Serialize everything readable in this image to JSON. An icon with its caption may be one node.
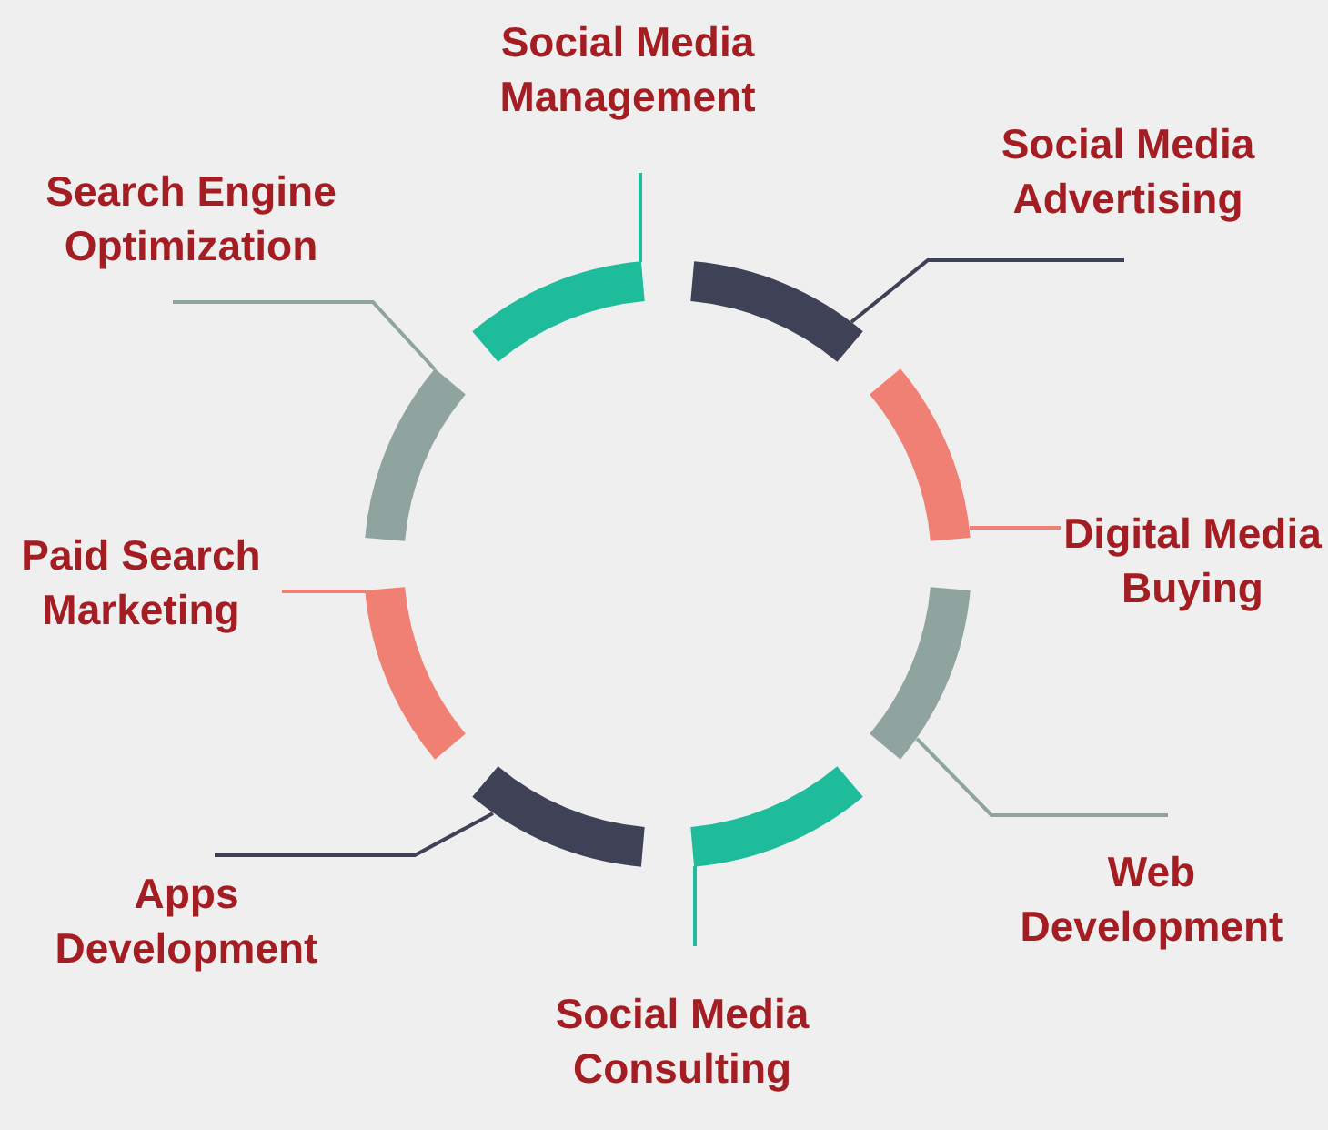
{
  "diagram": {
    "nodes": [
      {
        "text": [
          "Social Media Management"
        ]
      },
      {
        "text": [
          "Social Media Advertising"
        ]
      },
      {
        "text": [
          "Digital Media Buying"
        ]
      },
      {
        "text": [
          "Web Development"
        ]
      },
      {
        "text": [
          "Social Media Consulting"
        ]
      },
      {
        "text": [
          "Apps Development"
        ]
      },
      {
        "text": [
          "Paid Search Marketing"
        ]
      },
      {
        "text": [
          "Search Engine Optimization"
        ]
      },
      {
        "text": [],
        "shape": "arc"
      },
      {
        "text": [],
        "shape": "arc"
      },
      {
        "text": [],
        "shape": "arc"
      },
      {
        "text": [],
        "shape": "arc"
      },
      {
        "text": [],
        "shape": "arc"
      },
      {
        "text": [],
        "shape": "arc"
      },
      {
        "text": [],
        "shape": "arc"
      },
      {
        "text": [],
        "shape": "arc"
      }
    ],
    "edges": [
      {
        "from": 0,
        "to": 8,
        "arrow": "none",
        "color": "#1fbc9c"
      },
      {
        "from": 1,
        "to": 9,
        "arrow": "none",
        "color": "#3f4257"
      },
      {
        "from": 2,
        "to": 10,
        "arrow": "none",
        "color": "#f07f74"
      },
      {
        "from": 3,
        "to": 11,
        "arrow": "none",
        "color": "#8fa39f"
      },
      {
        "from": 4,
        "to": 12,
        "arrow": "none",
        "color": "#1fbc9c"
      },
      {
        "from": 5,
        "to": 13,
        "arrow": "none",
        "color": "#3f4257"
      },
      {
        "from": 6,
        "to": 14,
        "arrow": "none",
        "color": "#f07f74"
      },
      {
        "from": 7,
        "to": 15,
        "arrow": "none",
        "color": "#8fa39f"
      }
    ]
  }
}
